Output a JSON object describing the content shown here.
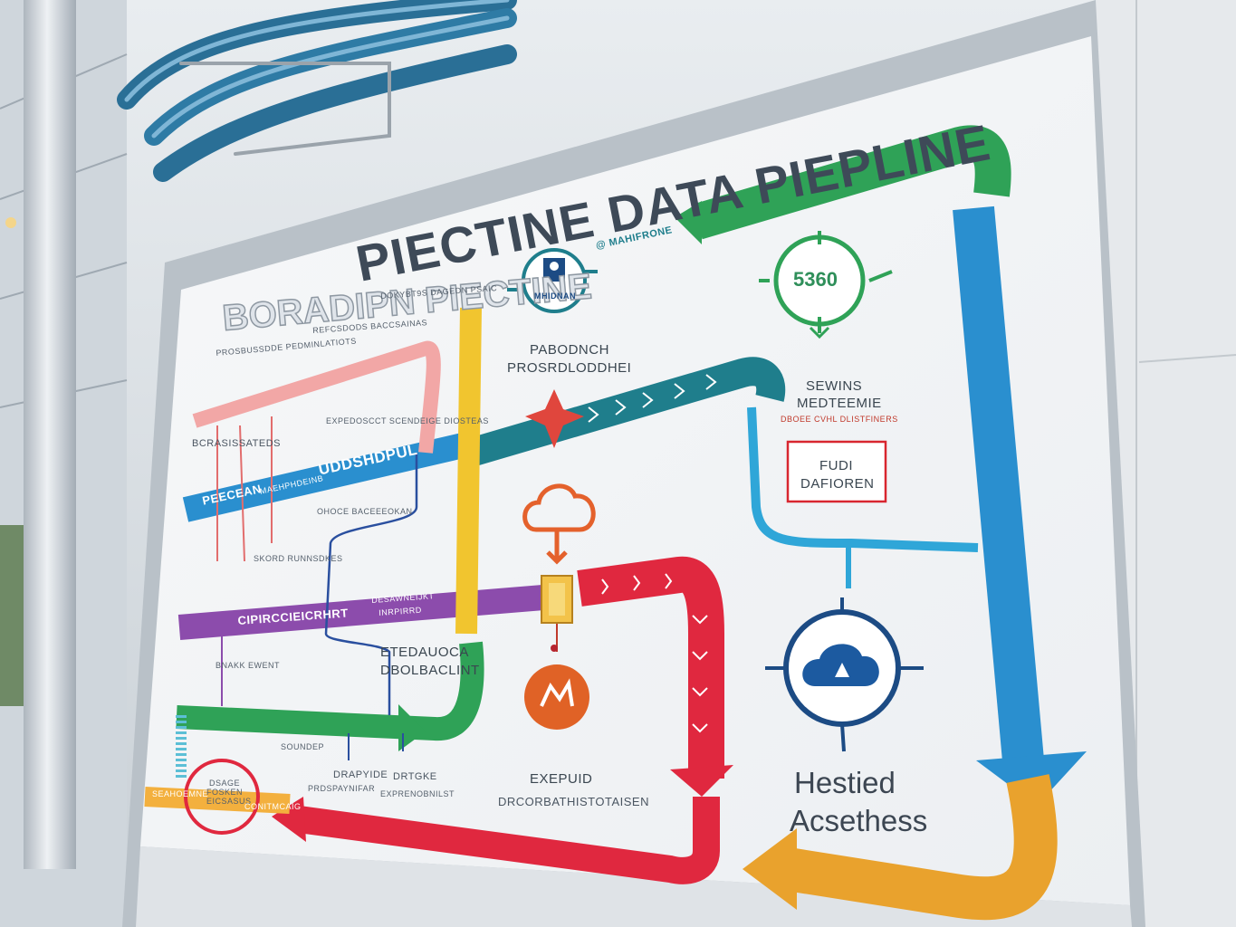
{
  "board": {
    "title": "PIECTINE DATA PIEPLINE",
    "subtitle": "BORADIPN PIECTINE",
    "colors": {
      "green": "#2fa257",
      "teal": "#1f7e8c",
      "blue": "#2a8fcf",
      "yellow": "#f1c52f",
      "purple": "#8c4cac",
      "red": "#e0283f",
      "orange": "#e9a22d",
      "pink": "#f2a7a6",
      "navy": "#1c4b84",
      "amber": "#f3b03e"
    }
  },
  "nodes": {
    "source_badge": "@ MAHIFRONE",
    "source_icon_label": "MHIDNAN",
    "process_label_1": "PABODNCH",
    "process_label_2": "PROSRDLODDHEI",
    "counter_value": "5360",
    "counter_label_1": "SEWINS",
    "counter_label_2": "MEDTEEMIE",
    "counter_label_3": "DBOEE CVHL DLISTFINERS",
    "box_label_1": "FUDI",
    "box_label_2": "DAFIOREN",
    "cloud_caption_1": "Hestied",
    "cloud_caption_2": "Acsethess",
    "export_label_1": "EXEPUID",
    "export_label_2": "DRCORBATHISTOTAISEN"
  },
  "left_notes": {
    "n1": "DOKYBT9S DAGEDN PSAIC",
    "n2": "REFCSDODS BACCSAINAS",
    "n3": "PROSBUSSDDE PEDMINLATIOTS",
    "n4": "BCRASISSATEDS",
    "n5": "EXPEDOSCCT SCENDEIGE DIOSTEAS",
    "n6": "OHOCE BACEEEOKAN",
    "n7": "SKORD RUNNSDKES",
    "n8": "ETEDAUOCA",
    "n9": "DBOLBACLINT",
    "n10": "DRAPYIDE",
    "n11": "PRDSPAYNIFAR",
    "n12": "DRTGKE",
    "n13": "EXPRENOBNILST",
    "n14": "DSAGE FOSKEN EICSASUS",
    "n15": "SOUNDEP",
    "n16": "BNAKK EWENT"
  },
  "bands": {
    "blue_band_1": "PEECEAN",
    "blue_band_2": "MAEHPHDEINB",
    "blue_band_3": "UDDSHDPUL",
    "purple_band_1": "CIPIRCCIEICRHRT",
    "purple_band_2": "DESAWNEIJKT",
    "purple_band_3": "INRPIRRD",
    "orange_band_1": "SEAHOEMNE",
    "orange_band_2": "CONITMCAIG"
  }
}
